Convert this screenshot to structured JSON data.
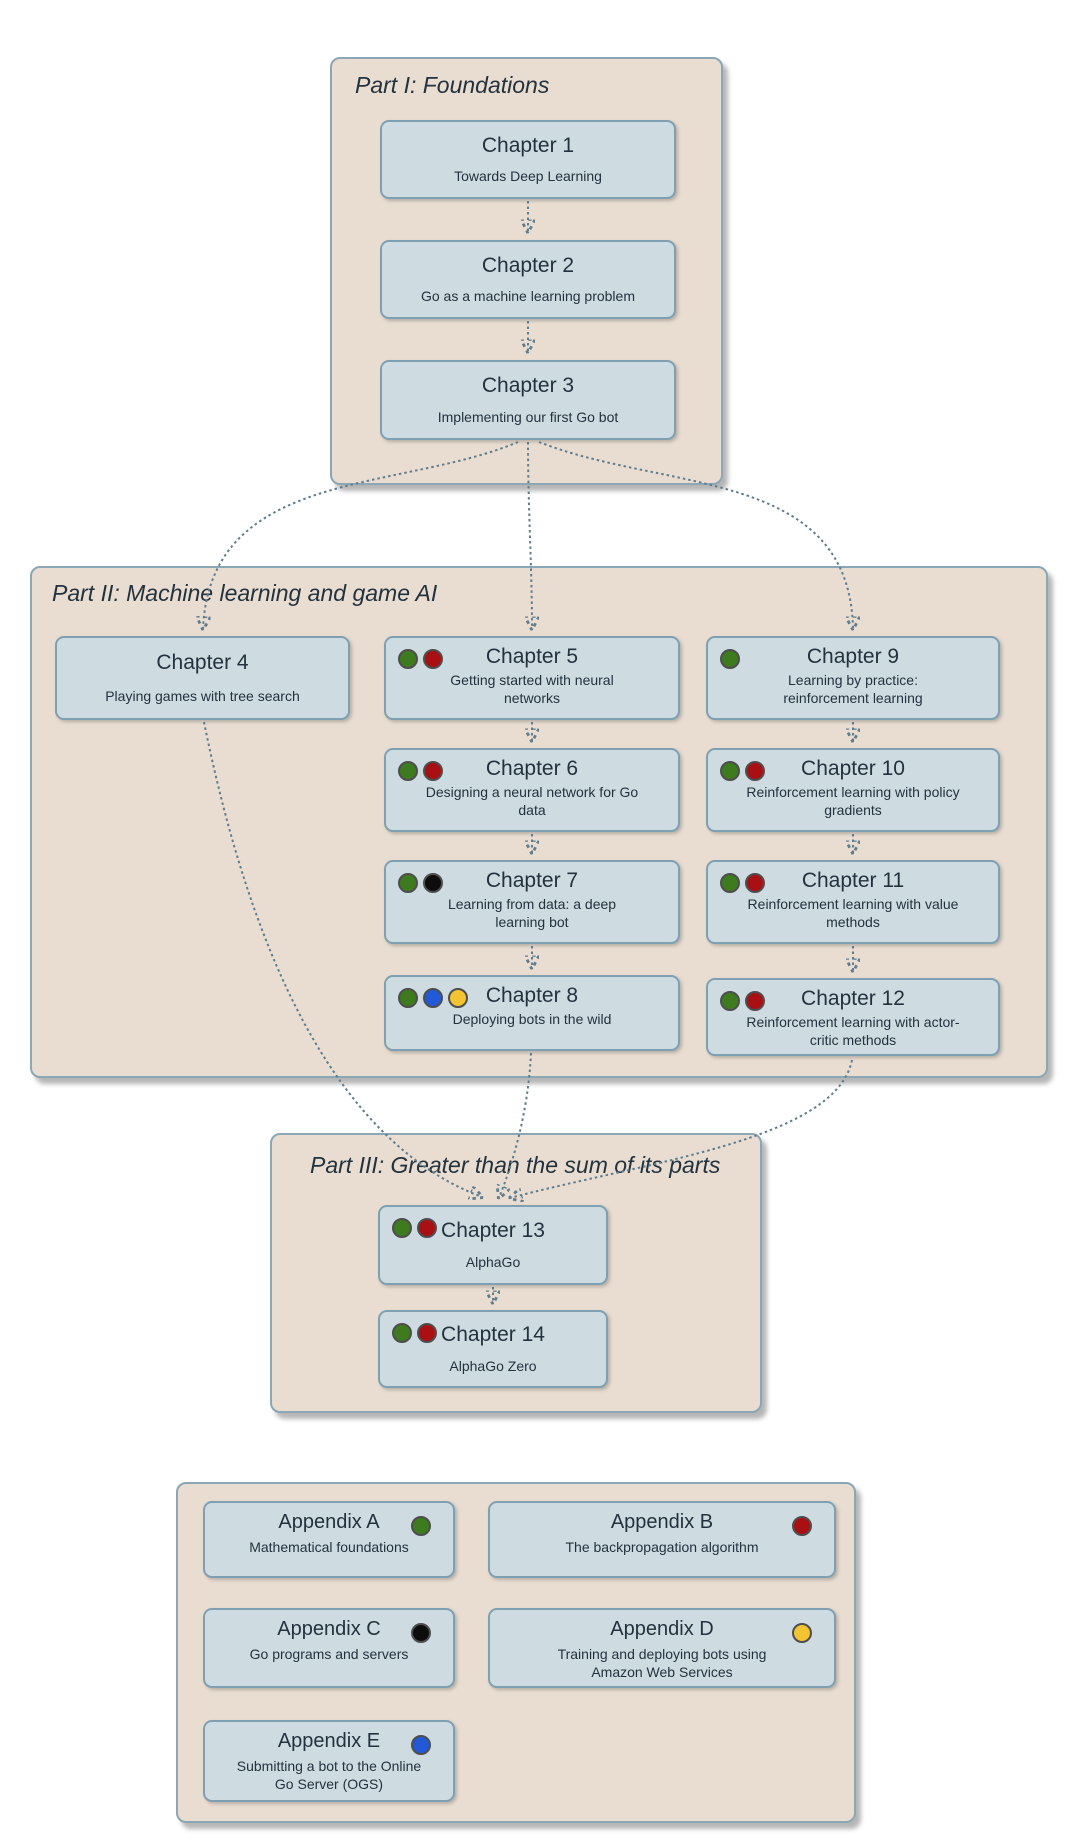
{
  "colors": {
    "green": "#3e7a1e",
    "red": "#a81014",
    "black": "#0d0d0d",
    "blue": "#2359d6",
    "yellow": "#f3c331",
    "container_fill": "#e9ddd1",
    "chapter_fill": "#cedce2",
    "border": "#7fa0b2",
    "text": "#22323e",
    "connector": "#5f7d8d"
  },
  "parts": {
    "part1": {
      "title": "Part I: Foundations"
    },
    "part2": {
      "title": "Part II: Machine learning and game AI"
    },
    "part3": {
      "title": "Part III: Greater than the sum of its parts"
    }
  },
  "chapters": {
    "ch1": {
      "title": "Chapter 1",
      "subtitle": "Towards Deep Learning",
      "tags": []
    },
    "ch2": {
      "title": "Chapter 2",
      "subtitle": "Go as a machine learning problem",
      "tags": []
    },
    "ch3": {
      "title": "Chapter 3",
      "subtitle": "Implementing our first Go bot",
      "tags": []
    },
    "ch4": {
      "title": "Chapter 4",
      "subtitle": "Playing games with tree search",
      "tags": []
    },
    "ch5": {
      "title": "Chapter 5",
      "subtitle": "Getting started with neural networks",
      "tags": [
        "green",
        "red"
      ]
    },
    "ch6": {
      "title": "Chapter 6",
      "subtitle": "Designing a neural network for Go data",
      "tags": [
        "green",
        "red"
      ]
    },
    "ch7": {
      "title": "Chapter 7",
      "subtitle": "Learning from data: a deep learning bot",
      "tags": [
        "green",
        "black"
      ]
    },
    "ch8": {
      "title": "Chapter 8",
      "subtitle": "Deploying bots in the wild",
      "tags": [
        "green",
        "blue",
        "yellow"
      ]
    },
    "ch9": {
      "title": "Chapter 9",
      "subtitle": "Learning by practice: reinforcement learning",
      "tags": [
        "green"
      ]
    },
    "ch10": {
      "title": "Chapter 10",
      "subtitle": "Reinforcement learning with policy gradients",
      "tags": [
        "green",
        "red"
      ]
    },
    "ch11": {
      "title": "Chapter 11",
      "subtitle": "Reinforcement learning with value methods",
      "tags": [
        "green",
        "red"
      ]
    },
    "ch12": {
      "title": "Chapter 12",
      "subtitle": "Reinforcement learning with actor-critic methods",
      "tags": [
        "green",
        "red"
      ]
    },
    "ch13": {
      "title": "Chapter 13",
      "subtitle": "AlphaGo",
      "tags": [
        "green",
        "red"
      ]
    },
    "ch14": {
      "title": "Chapter 14",
      "subtitle": "AlphaGo Zero",
      "tags": [
        "green",
        "red"
      ]
    }
  },
  "appendices": {
    "a": {
      "title": "Appendix A",
      "subtitle": "Mathematical foundations",
      "tag": "green"
    },
    "b": {
      "title": "Appendix B",
      "subtitle": "The backpropagation algorithm",
      "tag": "red"
    },
    "c": {
      "title": "Appendix C",
      "subtitle": "Go programs and servers",
      "tag": "black"
    },
    "d": {
      "title": "Appendix D",
      "subtitle": "Training and deploying bots using Amazon Web Services",
      "tag": "yellow"
    },
    "e": {
      "title": "Appendix E",
      "subtitle": "Submitting a bot to the Online Go Server (OGS)",
      "tag": "blue"
    }
  }
}
